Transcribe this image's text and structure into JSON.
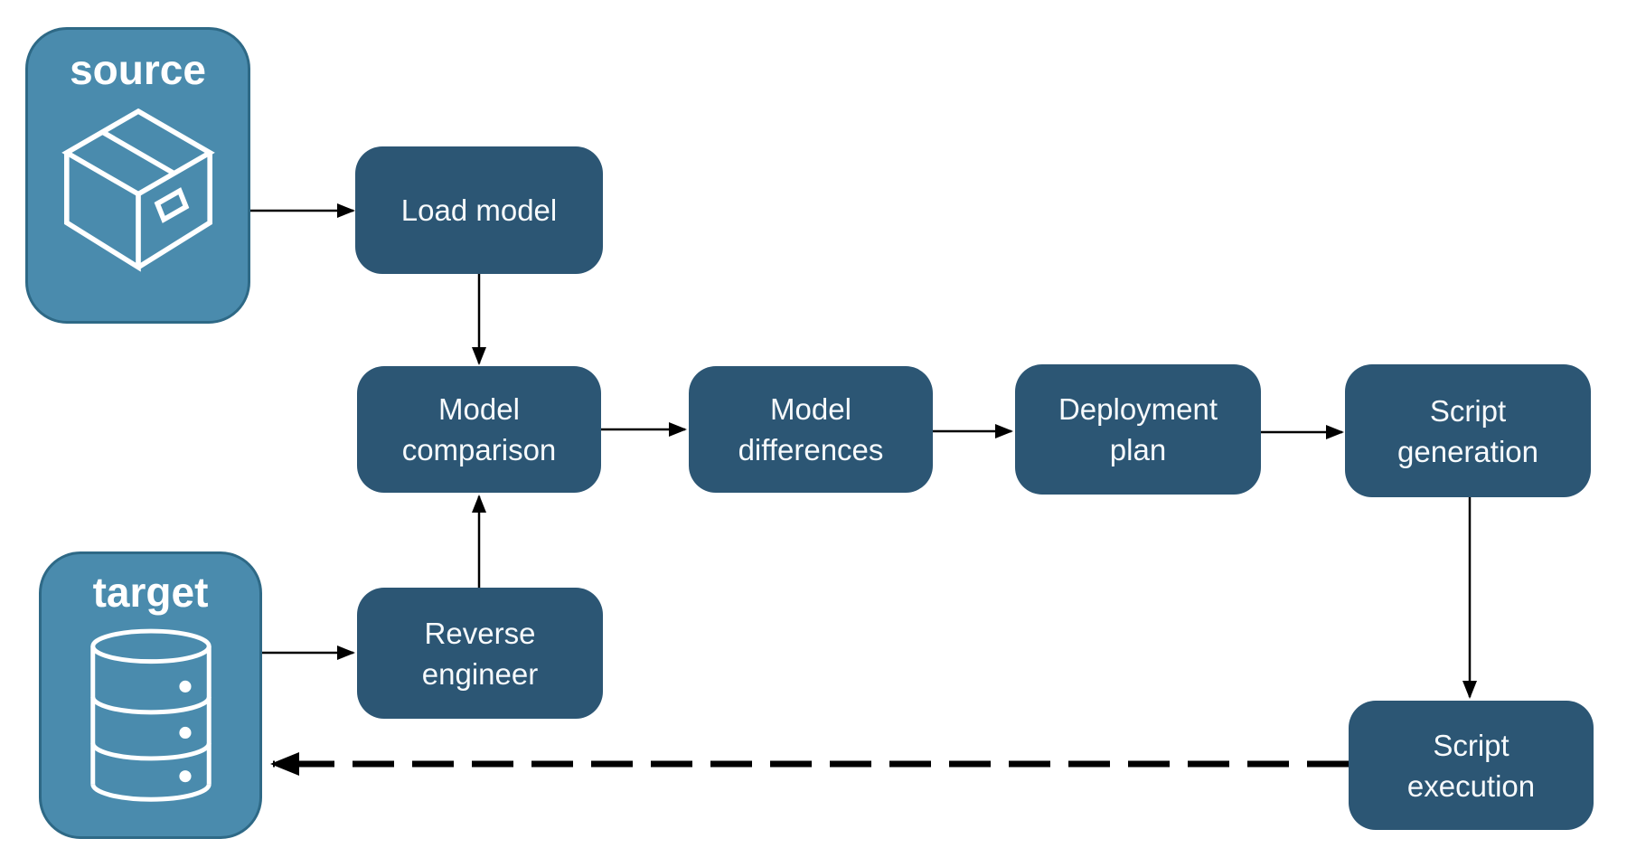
{
  "diagram": {
    "endpoints": [
      {
        "id": "source",
        "label": "source",
        "icon": "package-icon"
      },
      {
        "id": "target",
        "label": "target",
        "icon": "database-icon"
      }
    ],
    "nodes": [
      {
        "id": "load-model",
        "label": [
          "Load model"
        ]
      },
      {
        "id": "model-comparison",
        "label": [
          "Model",
          "comparison"
        ]
      },
      {
        "id": "model-differences",
        "label": [
          "Model",
          "differences"
        ]
      },
      {
        "id": "deployment-plan",
        "label": [
          "Deployment",
          "plan"
        ]
      },
      {
        "id": "script-generation",
        "label": [
          "Script",
          "generation"
        ]
      },
      {
        "id": "reverse-engineer",
        "label": [
          "Reverse",
          "engineer"
        ]
      },
      {
        "id": "script-execution",
        "label": [
          "Script",
          "execution"
        ]
      }
    ],
    "edges": [
      {
        "from": "source",
        "to": "load-model",
        "style": "solid"
      },
      {
        "from": "load-model",
        "to": "model-comparison",
        "style": "solid"
      },
      {
        "from": "target",
        "to": "reverse-engineer",
        "style": "solid"
      },
      {
        "from": "reverse-engineer",
        "to": "model-comparison",
        "style": "solid"
      },
      {
        "from": "model-comparison",
        "to": "model-differences",
        "style": "solid"
      },
      {
        "from": "model-differences",
        "to": "deployment-plan",
        "style": "solid"
      },
      {
        "from": "deployment-plan",
        "to": "script-generation",
        "style": "solid"
      },
      {
        "from": "script-generation",
        "to": "script-execution",
        "style": "solid"
      },
      {
        "from": "script-execution",
        "to": "target",
        "style": "dashed"
      }
    ],
    "colors": {
      "node_fill": "#2C5674",
      "endpoint_fill": "#4A8BAD",
      "endpoint_border": "#2E6986",
      "label_text": "#F7FAFC",
      "arrow": "#000000",
      "background": "#FFFFFF"
    }
  }
}
